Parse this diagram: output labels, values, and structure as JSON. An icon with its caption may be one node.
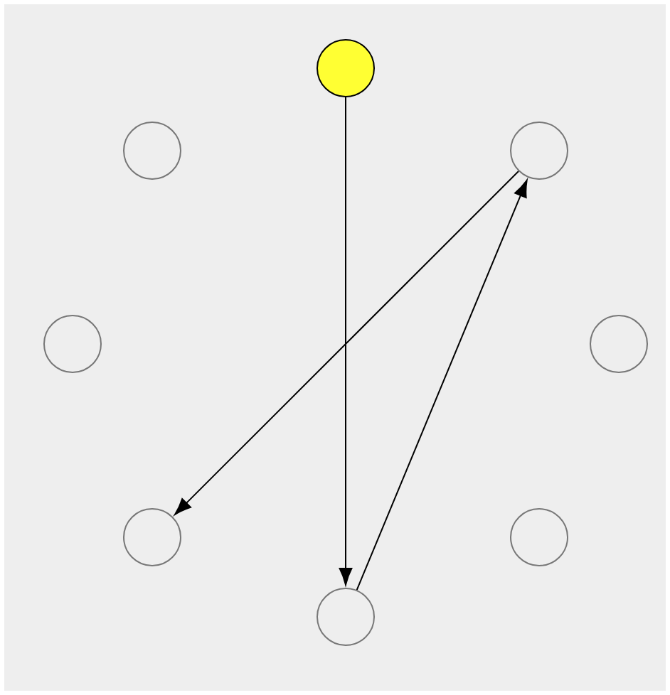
{
  "diagram": {
    "nodes": [
      {
        "text": [],
        "shape": "circle"
      },
      {
        "text": [],
        "shape": "circle"
      },
      {
        "text": [],
        "shape": "circle"
      },
      {
        "text": [],
        "shape": "circle"
      },
      {
        "text": [],
        "shape": "circle"
      },
      {
        "text": [],
        "shape": "circle"
      },
      {
        "text": [],
        "shape": "circle"
      },
      {
        "text": [],
        "shape": "circle"
      }
    ],
    "edges": [
      {
        "from": 0,
        "to": 7,
        "arrow": "to"
      },
      {
        "from": 7,
        "to": 2,
        "arrow": "to"
      },
      {
        "from": 2,
        "to": 5,
        "arrow": "to"
      }
    ]
  }
}
